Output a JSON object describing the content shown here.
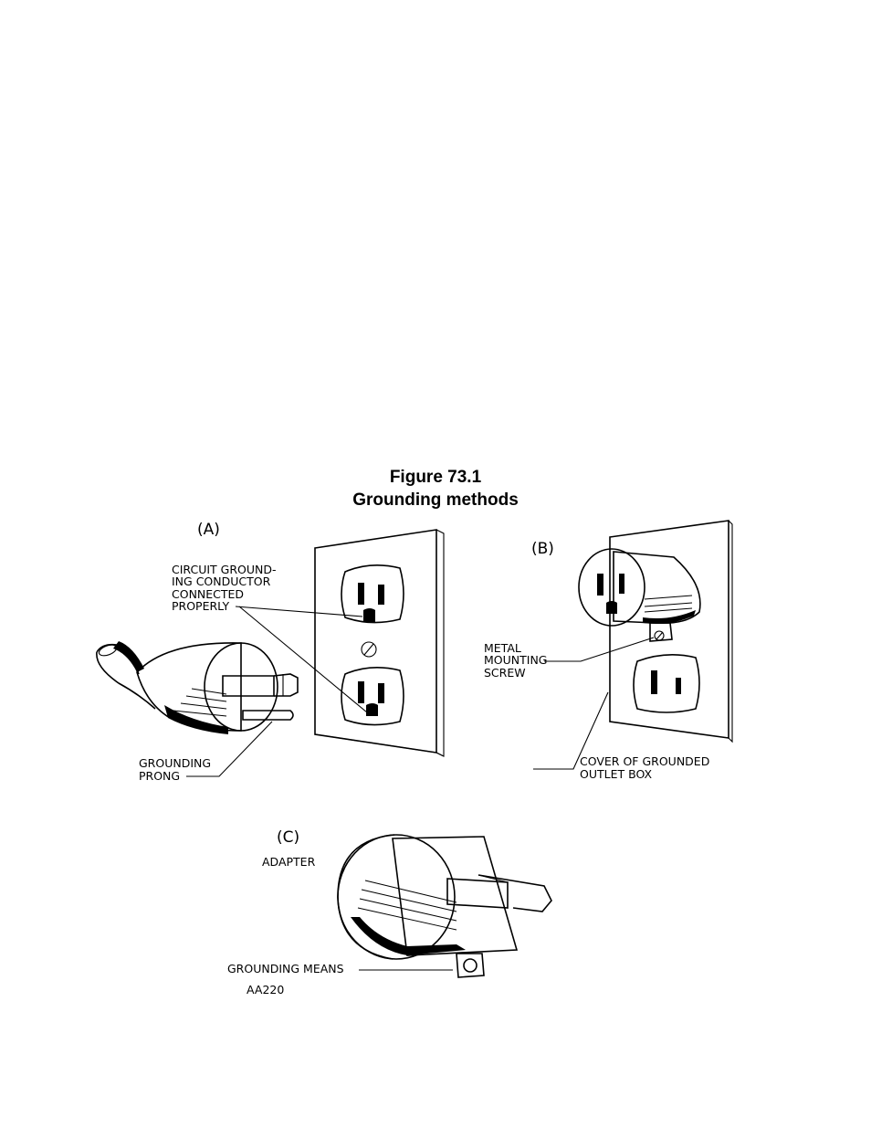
{
  "figure": {
    "number": "Figure 73.1",
    "title": "Grounding methods"
  },
  "panel_a": {
    "tag": "(A)",
    "callout_conductor": [
      "CIRCUIT GROUND-",
      "ING CONDUCTOR",
      "CONNECTED",
      "PROPERLY"
    ],
    "callout_prong": [
      "GROUNDING",
      "PRONG"
    ]
  },
  "panel_b": {
    "tag": "(B)",
    "callout_screw": [
      "METAL",
      "MOUNTING",
      "SCREW"
    ],
    "callout_cover": [
      "COVER  OF  GROUNDED",
      "OUTLET  BOX"
    ]
  },
  "panel_c": {
    "tag": "(C)",
    "label_adapter": "ADAPTER",
    "callout_grounding_means": "GROUNDING  MEANS",
    "code": "AA220"
  },
  "colors": {
    "ink": "#000000",
    "paper": "#ffffff"
  }
}
